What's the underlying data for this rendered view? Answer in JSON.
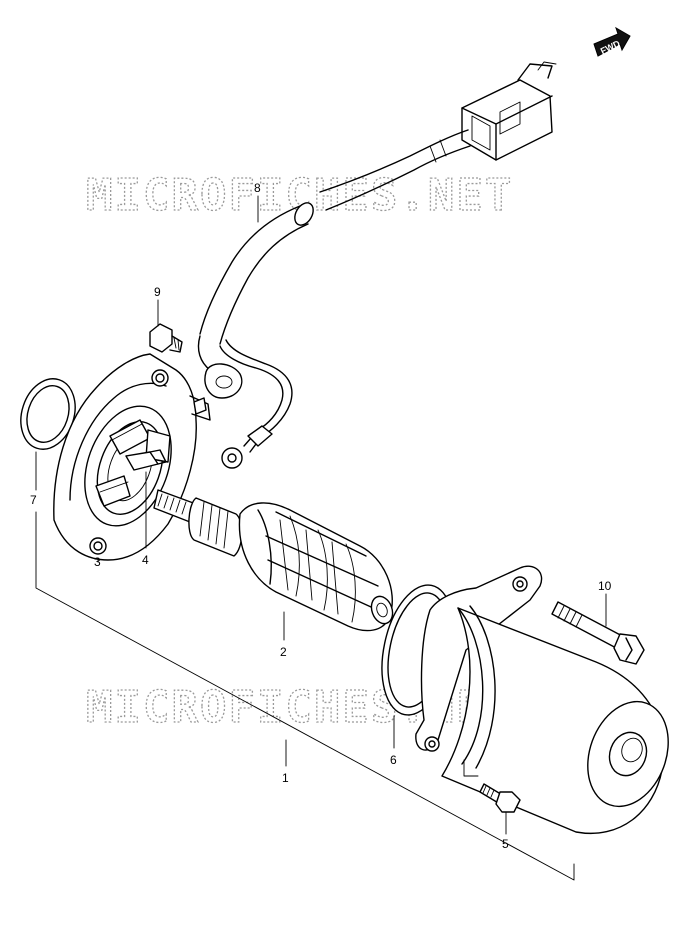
{
  "watermark": {
    "text": "MICROFICHES.NET"
  },
  "direction_arrow": {
    "label": "FWD"
  },
  "callouts": [
    {
      "id": "1",
      "label": "1"
    },
    {
      "id": "2",
      "label": "2"
    },
    {
      "id": "3",
      "label": "3"
    },
    {
      "id": "4",
      "label": "4"
    },
    {
      "id": "5",
      "label": "5"
    },
    {
      "id": "6",
      "label": "6"
    },
    {
      "id": "7",
      "label": "7"
    },
    {
      "id": "8",
      "label": "8"
    },
    {
      "id": "9",
      "label": "9"
    },
    {
      "id": "10",
      "label": "10"
    }
  ],
  "colors": {
    "line": "#000000",
    "watermark": "#9a9a9a",
    "background": "#ffffff"
  }
}
